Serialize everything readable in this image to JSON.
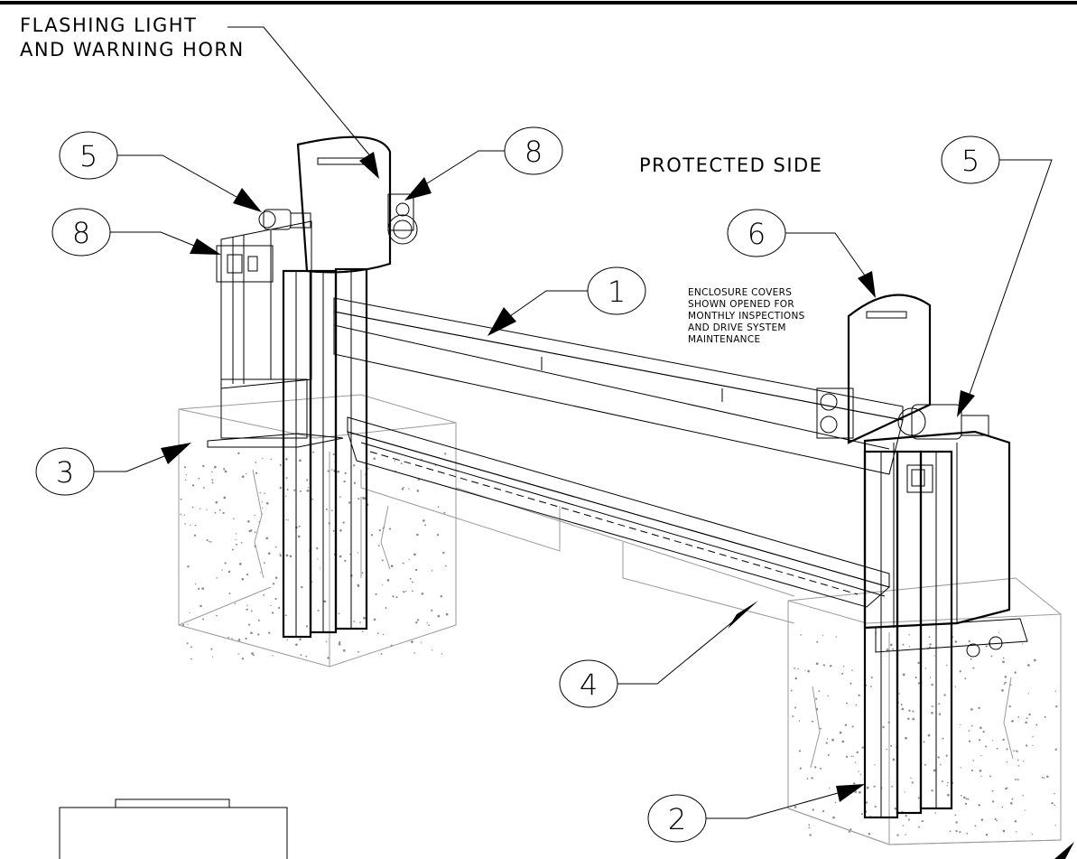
{
  "notes": {
    "light_horn_line1": "FLASHING LIGHT",
    "light_horn_line2": "AND WARNING HORN",
    "protected_side": "PROTECTED SIDE",
    "enclosure_lines": [
      "ENCLOSURE COVERS",
      "SHOWN OPENED FOR",
      "MONTHLY INSPECTIONS",
      "AND DRIVE SYSTEM",
      "MAINTENANCE"
    ]
  },
  "callouts": [
    {
      "id": "callout-5-left",
      "number": "5"
    },
    {
      "id": "callout-8-top",
      "number": "8"
    },
    {
      "id": "callout-8-left",
      "number": "8"
    },
    {
      "id": "callout-5-right",
      "number": "5"
    },
    {
      "id": "callout-6",
      "number": "6"
    },
    {
      "id": "callout-1",
      "number": "1"
    },
    {
      "id": "callout-3",
      "number": "3"
    },
    {
      "id": "callout-4",
      "number": "4"
    },
    {
      "id": "callout-2",
      "number": "2"
    }
  ]
}
